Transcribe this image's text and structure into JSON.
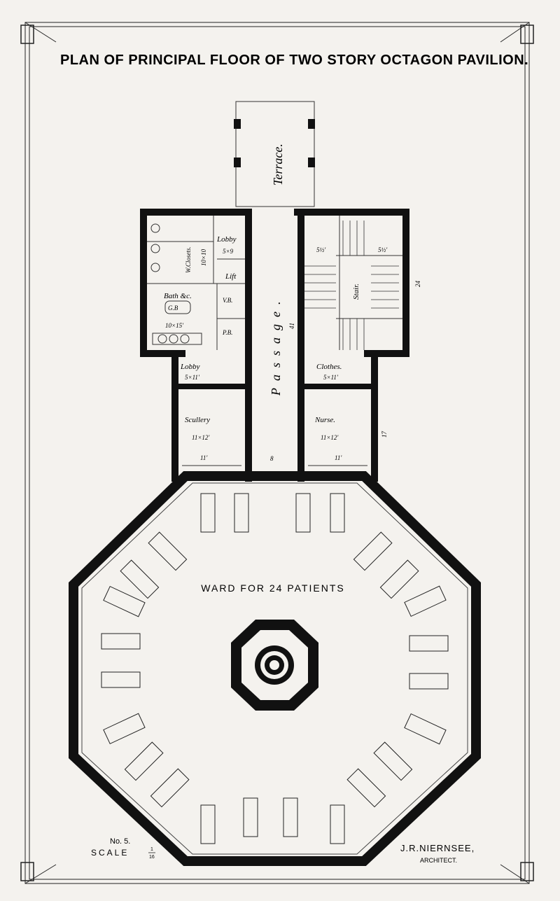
{
  "title": "PLAN OF PRINCIPAL FLOOR OF TWO STORY OCTAGON PAVILION.",
  "rooms": {
    "terrace": "Terrace.",
    "passage": "Passage.",
    "passage_width": "8",
    "passage_length": "41",
    "wc": "W.Closets.",
    "wc_dim": "10×10",
    "lobby_top": "Lobby",
    "lobby_top_dim": "5×9",
    "lift": "Lift",
    "bath": "Bath &c.",
    "bath_gb": "G.B",
    "bath_dim": "10×15'",
    "vb": "V.B.",
    "pb": "P.B.",
    "lobby_bottom": "Lobby",
    "lobby_bottom_dim": "5×11'",
    "scullery": "Scullery",
    "scullery_dim": "11×12'",
    "scullery_w": "11'",
    "clothes": "Clothes.",
    "clothes_dim": "5×11'",
    "nurse": "Nurse.",
    "nurse_dim": "11×12'",
    "nurse_w": "11'",
    "stair": "Stair.",
    "stair_dim_left": "5½'",
    "stair_dim_right": "5½'",
    "dim_24": "24",
    "dim_17": "17",
    "ward": "WARD FOR 24 PATIENTS"
  },
  "footer": {
    "number": "No. 5.",
    "scale_word": "SCALE",
    "scale_num": "1",
    "scale_den": "16",
    "architect": "J.R.NIERNSEE,",
    "architect_title": "ARCHITECT."
  }
}
